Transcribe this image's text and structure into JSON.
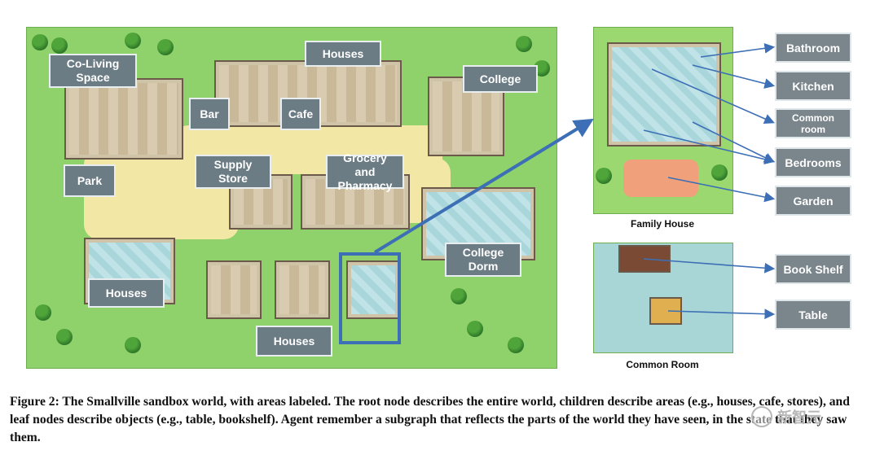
{
  "map": {
    "area_labels": {
      "co_living": "Co-Living\nSpace",
      "houses_top": "Houses",
      "college": "College",
      "bar": "Bar",
      "cafe": "Cafe",
      "supply_store": "Supply\nStore",
      "grocery": "Grocery and\nPharmacy",
      "park": "Park",
      "college_dorm": "College\nDorm",
      "houses_left": "Houses",
      "houses_bottom": "Houses"
    }
  },
  "family_house": {
    "caption": "Family House",
    "labels": [
      "Bathroom",
      "Kitchen",
      "Common\nroom",
      "Bedrooms",
      "Garden"
    ]
  },
  "common_room": {
    "caption": "Common Room",
    "labels": [
      "Book Shelf",
      "Table"
    ]
  },
  "caption": "Figure 2: The Smallville sandbox world, with areas labeled. The root node describes the entire world, children describe areas (e.g., houses, cafe, stores), and leaf nodes describe objects (e.g., table, bookshelf). Agent remember a subgraph that reflects the parts of the world they have seen, in the state that they saw them.",
  "watermark": "新智元",
  "colors": {
    "accent_blue": "#3c6fb5",
    "label_gray": "#6c7c85",
    "grass": "#8fd16a"
  }
}
